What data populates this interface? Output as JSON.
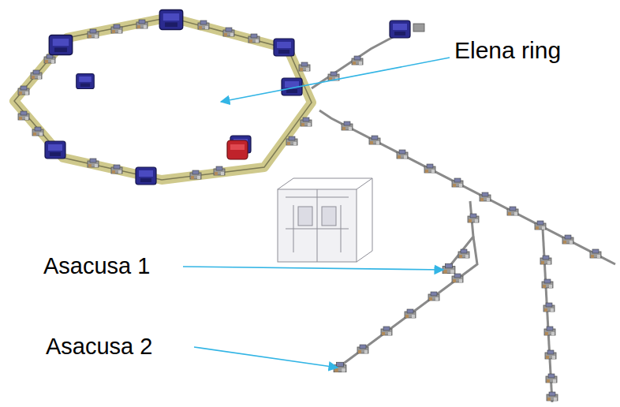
{
  "diagram": {
    "labels": [
      "Elena ring",
      "Asacusa 1",
      "Asacusa 2"
    ]
  }
}
